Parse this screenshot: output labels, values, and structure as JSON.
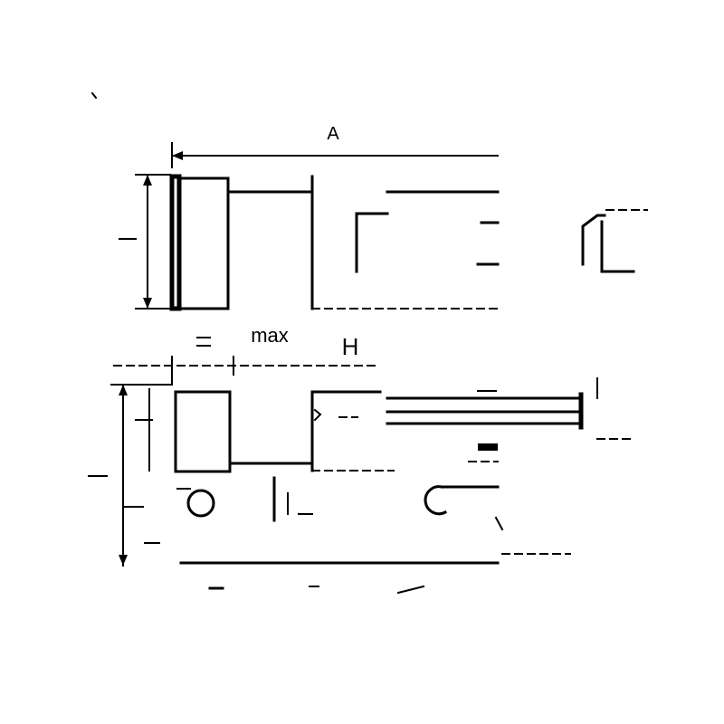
{
  "drawing": {
    "dimension_labels": {
      "overall_length": "A",
      "jaw_opening": "max",
      "height": "H"
    },
    "colors": {
      "ink": "#000000",
      "background": "#ffffff"
    }
  }
}
